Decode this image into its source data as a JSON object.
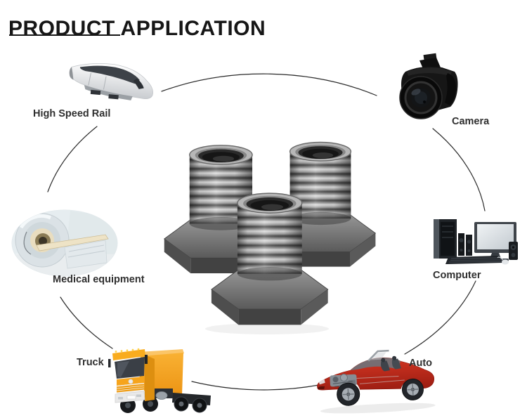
{
  "title": {
    "text": "PRODUCT APPLICATION"
  },
  "diagram": {
    "center_product": {
      "name": "threaded-hex-plug-fittings",
      "count": 3
    },
    "items": [
      {
        "id": "high-speed-rail",
        "label": "High Speed Rail",
        "icon": "bullet-train-image"
      },
      {
        "id": "camera",
        "label": "Camera",
        "icon": "dslr-camera-image"
      },
      {
        "id": "medical-equipment",
        "label": "Medical equipment",
        "icon": "mri-scanner-image"
      },
      {
        "id": "computer",
        "label": "Computer",
        "icon": "desktop-computer-image"
      },
      {
        "id": "truck",
        "label": "Truck",
        "icon": "cargo-truck-image"
      },
      {
        "id": "auto",
        "label": "Auto",
        "icon": "convertible-car-image"
      }
    ],
    "colors": {
      "connector_line": "#2b2b2b",
      "title_text": "#161616",
      "label_text": "#2f2f2f",
      "truck_orange": "#f6a41c",
      "auto_red": "#c5261b"
    }
  }
}
